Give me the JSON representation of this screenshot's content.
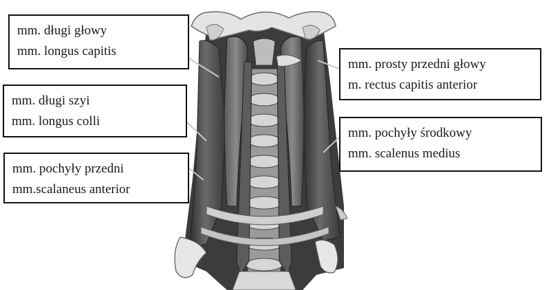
{
  "labels": [
    {
      "polish": "mm. długi głowy",
      "latin": "mm. longus capitis"
    },
    {
      "polish": "mm. długi szyi",
      "latin": "mm. longus colli"
    },
    {
      "polish": "mm. pochyły przedni",
      "latin": "mm.scalaneus anterior"
    },
    {
      "polish": "mm. prosty przedni głowy",
      "latin": "m. rectus capitis anterior"
    },
    {
      "polish": "mm. pochyły środkowy",
      "latin": "mm. scalenus medius"
    }
  ],
  "colors": {
    "box_border": "#111111",
    "muscle": "#4a4a4a",
    "bone": "#dcdcdc",
    "leader_line": "#c8c8c8"
  }
}
